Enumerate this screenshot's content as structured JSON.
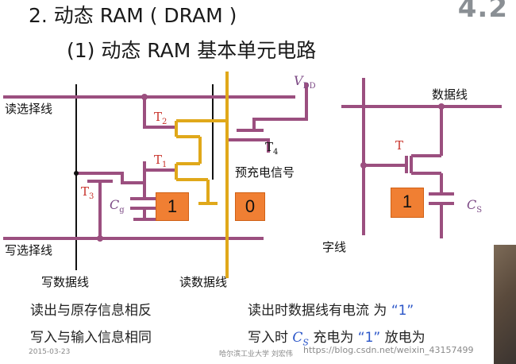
{
  "header": {
    "title": "2. 动态 RAM ( DRAM )",
    "subtitle": "(1)  动态 RAM 基本单元电路",
    "section_number": "4.2"
  },
  "left_circuit": {
    "read_select_line": "读选择线",
    "write_select_line": "写选择线",
    "write_data_line": "写数据线",
    "read_data_line": "读数据线",
    "precharge_signal": "预充电信号",
    "vdd_letter": "V",
    "vdd_sub": "DD",
    "t1_letter": "T",
    "t1_sub": "1",
    "t2_letter": "T",
    "t2_sub": "2",
    "t3_letter": "T",
    "t3_sub": "3",
    "t4_letter": "T",
    "t4_sub": "4",
    "cg_letter": "C",
    "cg_sub": "g",
    "box_cell": "1",
    "box_data": "0"
  },
  "right_circuit": {
    "data_line": "数据线",
    "word_line": "字线",
    "t_label": "T",
    "cs_letter": "C",
    "cs_sub": "S",
    "box_cell": "1"
  },
  "footer": {
    "read_left": "读出与原存信息相反",
    "write_left": "写入与输入信息相同",
    "read_right_a": "读出时数据线有电流 为",
    "read_right_b": "“1”",
    "write_right_a": "写入时",
    "write_right_cs": "C",
    "write_right_cs_sub": "S",
    "write_right_b": "充电为",
    "write_right_c": "“1”",
    "write_right_d": "放电为"
  },
  "meta": {
    "date": "2015-03-23",
    "school": "哈尔滨工业大学  刘宏伟",
    "watermark": "https://blog.csdn.net/weixin_43157499"
  },
  "colors": {
    "wire_purple": "#9b4f7f",
    "wire_gold": "#e0a81a",
    "wire_black": "#111111",
    "box_orange": "#f07f33",
    "text_blue": "#2a55c8"
  }
}
